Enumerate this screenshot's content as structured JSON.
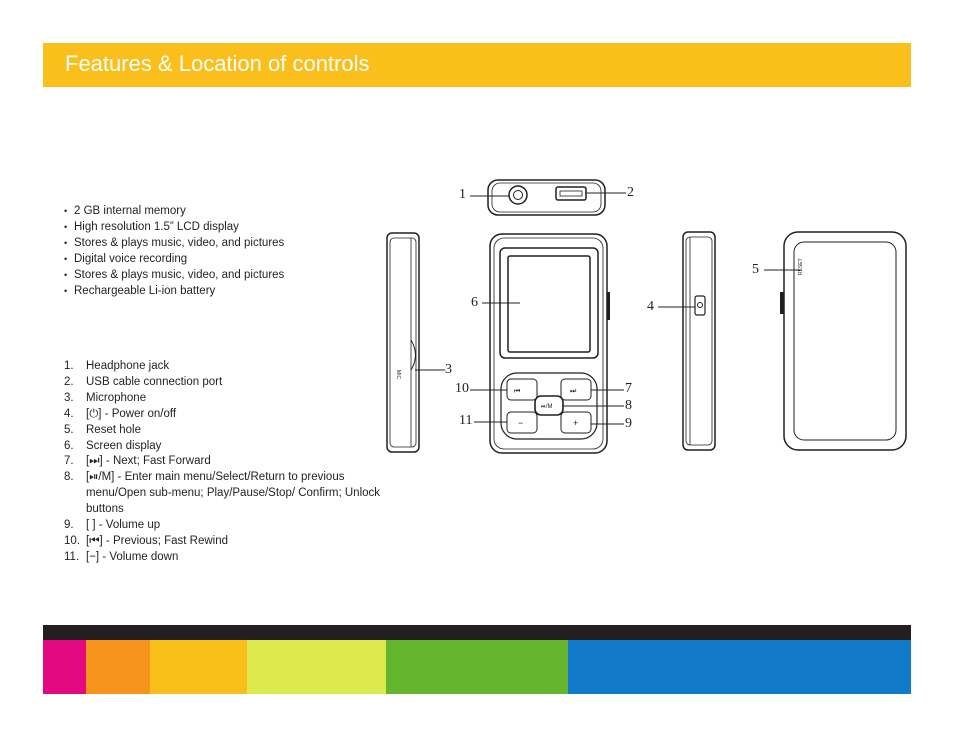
{
  "header": {
    "title": "Features & Location of controls"
  },
  "features": [
    "2 GB internal memory",
    "High resolution 1.5” LCD display",
    "Stores & plays music, video, and pictures",
    "Digital voice recording",
    "Stores & plays music, video, and pictures",
    "Rechargeable Li-ion battery"
  ],
  "controls": [
    {
      "num": "1.",
      "text": "Headphone jack"
    },
    {
      "num": "2.",
      "text": "USB cable connection port"
    },
    {
      "num": "3.",
      "text": "Microphone"
    },
    {
      "num": "4.",
      "text": "[⏻] - Power on/off"
    },
    {
      "num": "5.",
      "text": "Reset hole"
    },
    {
      "num": "6.",
      "text": "Screen display"
    },
    {
      "num": "7.",
      "text": "[⏭] - Next; Fast Forward"
    },
    {
      "num": "8.",
      "text": "[⏯/M] - Enter main menu/Select/Return to previous menu/Open sub-menu; Play/Pause/Stop/ Confirm; Unlock buttons"
    },
    {
      "num": "9.",
      "text": "[   ] - Volume up"
    },
    {
      "num": "10.",
      "text": "[⏮] - Previous; Fast Rewind"
    },
    {
      "num": "11.",
      "text": "[−] - Volume down"
    }
  ],
  "callouts": [
    "1",
    "2",
    "3",
    "4",
    "5",
    "6",
    "7",
    "8",
    "9",
    "10",
    "11"
  ],
  "device_labels": {
    "mic": "MIC",
    "reset": "RESET",
    "play": "⏯/M",
    "prev": "⏮",
    "next": "⏭",
    "minus": "−",
    "plus": "+"
  },
  "colors": {
    "header": "#fbbf1b",
    "footer_dark": "#231f20",
    "stripes": [
      "#e2087f",
      "#f7941d",
      "#fbbf1b",
      "#dcea4c",
      "#62b52d",
      "#127bc9"
    ]
  }
}
